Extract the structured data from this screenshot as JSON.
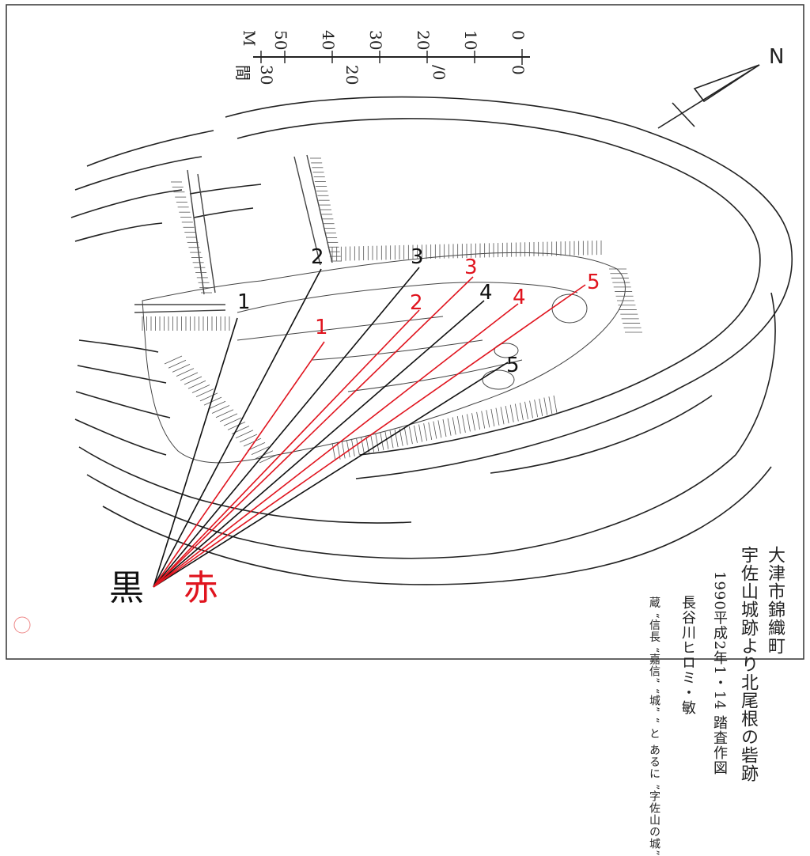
{
  "scale": {
    "ken_ticks": [
      "0",
      "10",
      "20",
      "30",
      "40",
      "50"
    ],
    "ken_unit": "M",
    "meter_ticks": [
      "0",
      "/0",
      "20",
      "30"
    ],
    "meter_unit": "間"
  },
  "north_label": "N",
  "legend": {
    "black_label": "黒",
    "red_label": "赤",
    "black_color": "#111111",
    "red_color": "#e0141e"
  },
  "points": {
    "black": [
      "1",
      "2",
      "3",
      "4",
      "5"
    ],
    "red": [
      "1",
      "2",
      "3",
      "4",
      "5"
    ]
  },
  "caption": {
    "col1": "大津市錦織町",
    "col2": "宇佐山城跡より北尾根の砦跡",
    "col3": "1990平成2年1・14 踏査作図",
    "col4": "長谷川ヒロミ・敏",
    "col5": "蔵 “信長 “嘉信” “城” “ と あるに ”字佐山の城”"
  }
}
